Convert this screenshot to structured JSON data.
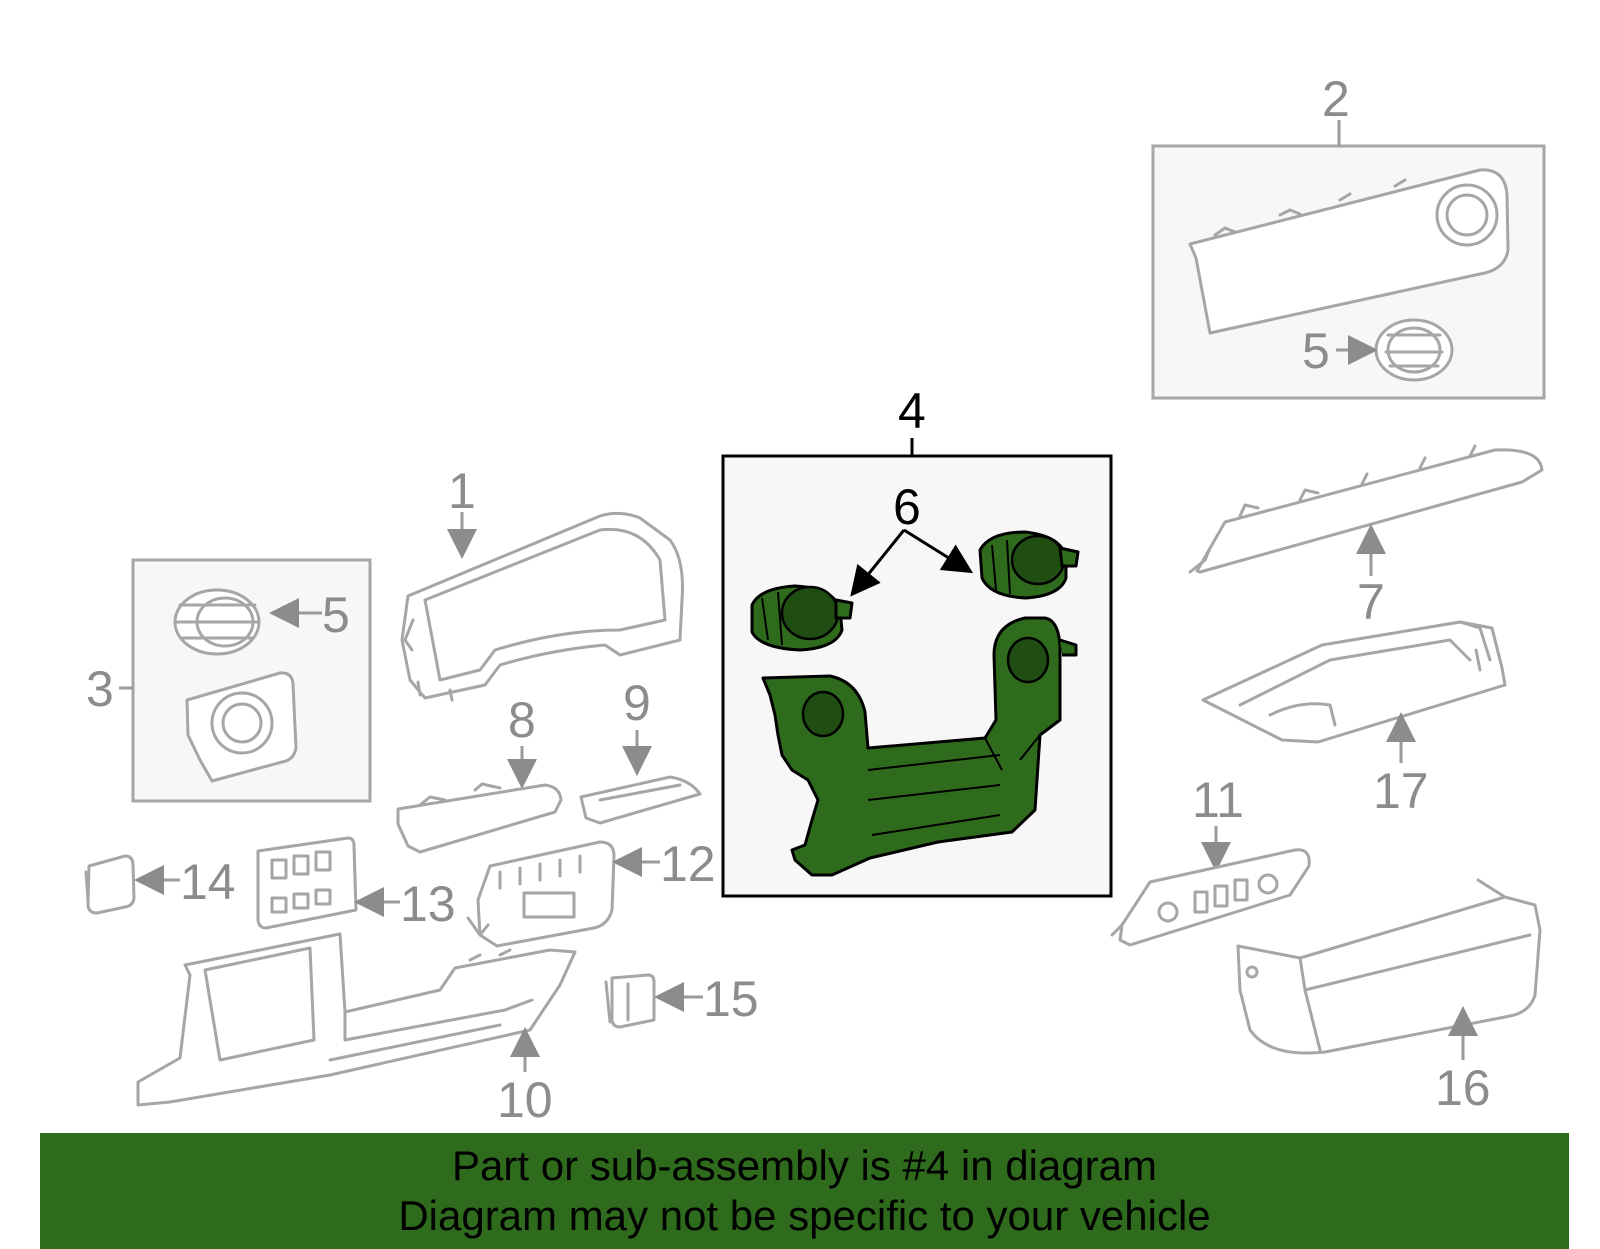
{
  "diagram": {
    "callouts": {
      "c1": "1",
      "c2": "2",
      "c3": "3",
      "c4": "4",
      "c5a": "5",
      "c5b": "5",
      "c6": "6",
      "c7": "7",
      "c8": "8",
      "c9": "9",
      "c10": "10",
      "c11": "11",
      "c12": "12",
      "c13": "13",
      "c14": "14",
      "c15": "15",
      "c16": "16",
      "c17": "17"
    },
    "highlight_color": "#2e6b1c",
    "highlighted_part": "4"
  },
  "banner": {
    "line1": "Part or sub-assembly is #4 in diagram",
    "line2": "Diagram may not be specific to your vehicle",
    "background": "#2e6b1c"
  }
}
